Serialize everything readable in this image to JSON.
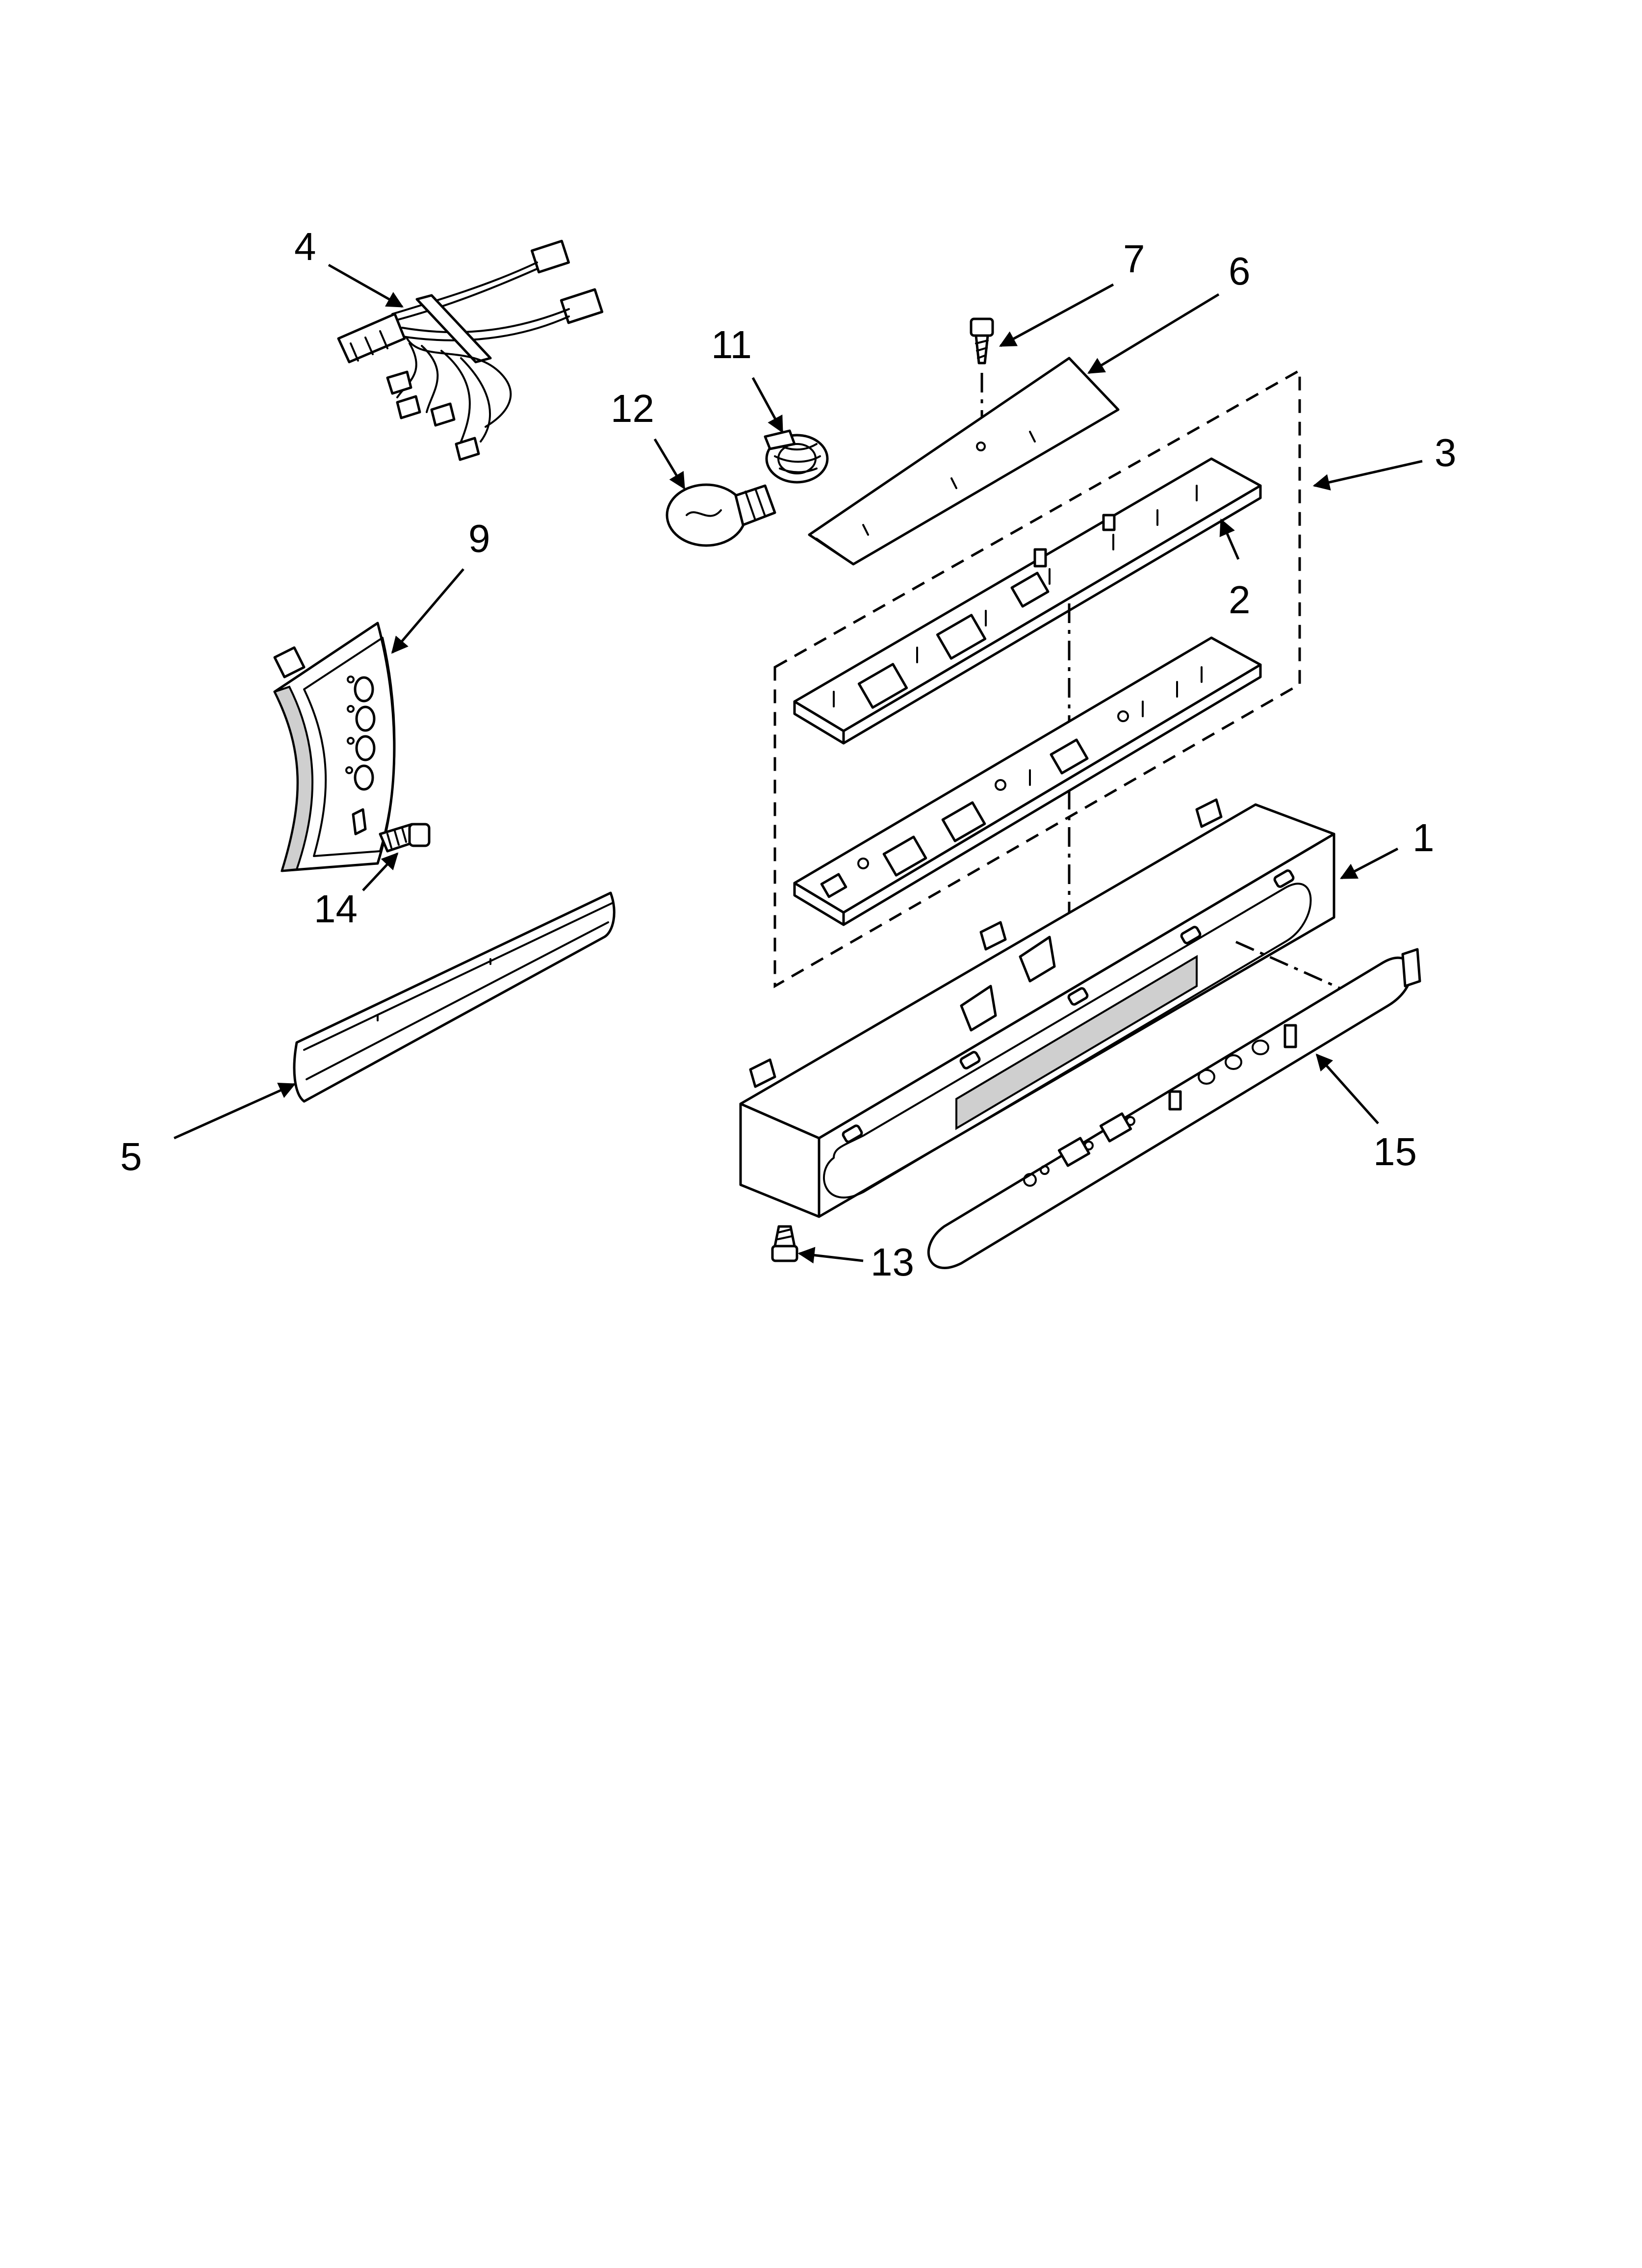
{
  "callouts": [
    {
      "id": "4",
      "label": "4"
    },
    {
      "id": "7",
      "label": "7"
    },
    {
      "id": "6",
      "label": "6"
    },
    {
      "id": "11",
      "label": "11"
    },
    {
      "id": "12",
      "label": "12"
    },
    {
      "id": "3",
      "label": "3"
    },
    {
      "id": "9",
      "label": "9"
    },
    {
      "id": "2",
      "label": "2"
    },
    {
      "id": "1",
      "label": "1"
    },
    {
      "id": "14",
      "label": "14"
    },
    {
      "id": "5",
      "label": "5"
    },
    {
      "id": "15",
      "label": "15"
    },
    {
      "id": "13",
      "label": "13"
    }
  ],
  "colors": {
    "line": "#000000",
    "background": "#ffffff",
    "shade": "#cfcfcf"
  }
}
